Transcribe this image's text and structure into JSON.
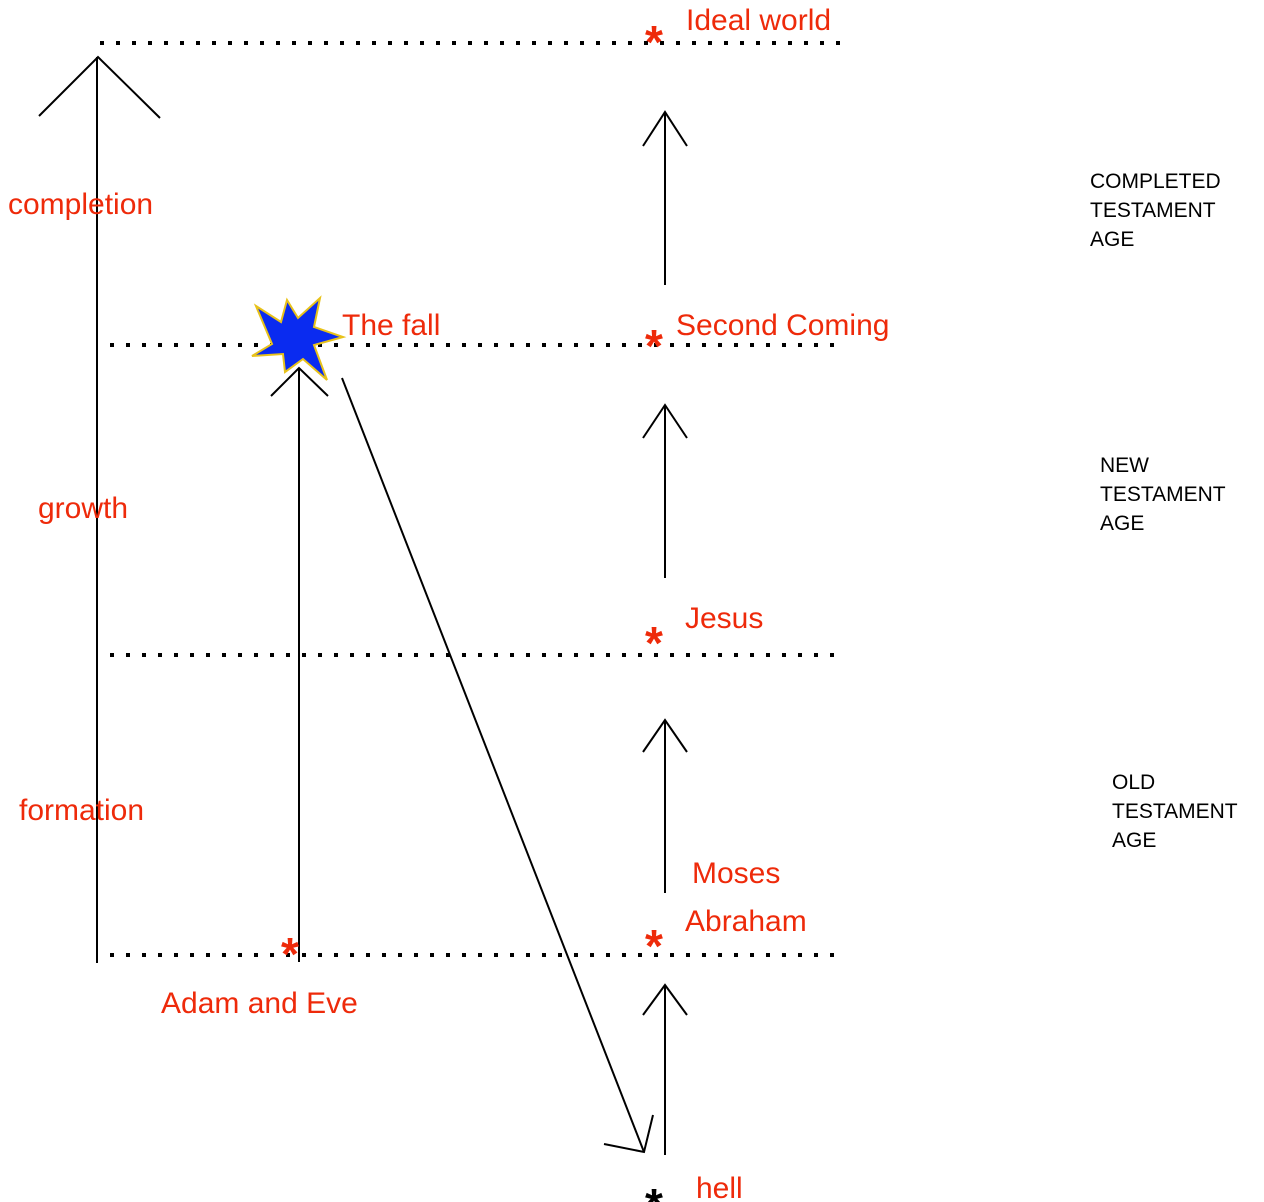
{
  "stages": {
    "completion": "completion",
    "growth": "growth",
    "formation": "formation"
  },
  "events": {
    "ideal_world": "Ideal world",
    "second_coming": "Second Coming",
    "jesus": "Jesus",
    "moses": "Moses",
    "abraham": "Abraham",
    "adam_and_eve": "Adam and Eve",
    "the_fall": "The fall",
    "hell": "hell"
  },
  "ages": {
    "completed": [
      "COMPLETED",
      "TESTAMENT",
      "AGE"
    ],
    "new": [
      "NEW",
      "TESTAMENT",
      "AGE"
    ],
    "old": [
      "OLD",
      "TESTAMENT",
      "AGE"
    ]
  },
  "markers": {
    "asterisk": "*"
  },
  "colors": {
    "label_red": "#ee2a0a",
    "starburst_fill": "#0a2bf0",
    "starburst_edge": "#e8c21a",
    "line": "#000000"
  }
}
